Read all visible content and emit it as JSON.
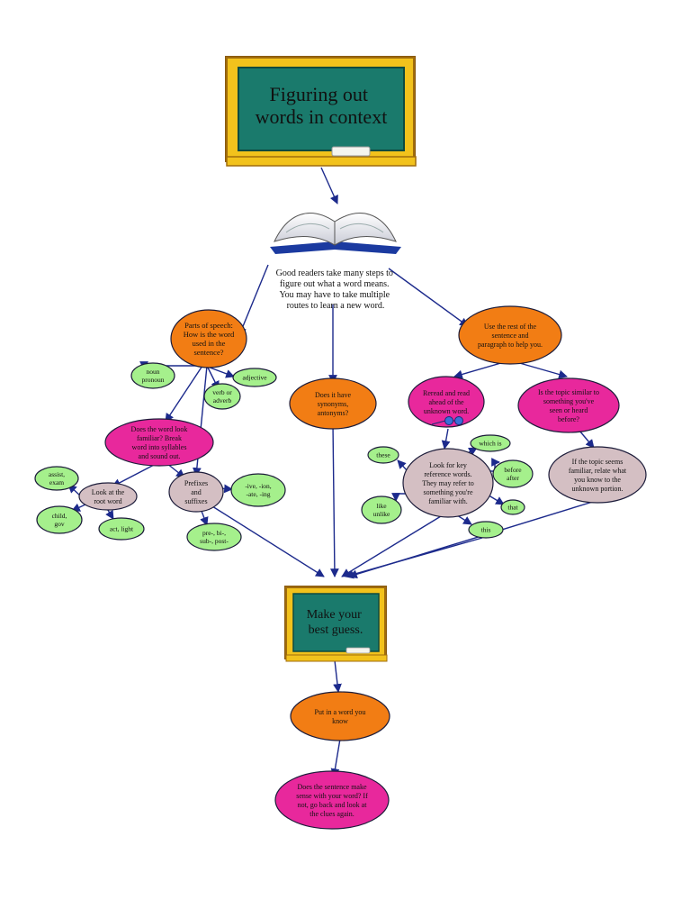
{
  "title_board": {
    "lines": [
      "Figuring out",
      "words in context"
    ]
  },
  "intro": {
    "lines": [
      "Good readers take many steps to",
      "figure out what a word means.",
      "You may have to take multiple",
      "routes to learn a new word."
    ]
  },
  "guess_board": {
    "lines": [
      "Make your",
      "best guess."
    ]
  },
  "nodes": {
    "parts_of_speech": {
      "lines": [
        "Parts of speech:",
        "How is the word",
        "used in the",
        "sentence?"
      ]
    },
    "noun_pronoun": {
      "lines": [
        "noun",
        "pronoun"
      ]
    },
    "adjective": {
      "lines": [
        "adjective"
      ]
    },
    "verb_adverb": {
      "lines": [
        "verb or",
        "adverb"
      ]
    },
    "look_familiar": {
      "lines": [
        "Does the word look",
        "familiar? Break",
        "word into syllables",
        "and sound out."
      ]
    },
    "root_word": {
      "lines": [
        "Look at the",
        "root word"
      ]
    },
    "assist_exam": {
      "lines": [
        "assist,",
        "exam"
      ]
    },
    "child_gov": {
      "lines": [
        "child,",
        "gov"
      ]
    },
    "act_light": {
      "lines": [
        "act, light"
      ]
    },
    "prefixes_suffixes": {
      "lines": [
        "Prefixes",
        "and",
        "suffixes"
      ]
    },
    "suffix_examples": {
      "lines": [
        "-ive, -ion,",
        "-ate, -ing"
      ]
    },
    "prefix_examples": {
      "lines": [
        "pre-, bi-,",
        "sub-, post-"
      ]
    },
    "synonyms": {
      "lines": [
        "Does it have",
        "synonyms,",
        "antonyms?"
      ]
    },
    "rest_of_sentence": {
      "lines": [
        "Use the rest of the",
        "sentence and",
        "paragraph to help you."
      ]
    },
    "reread": {
      "lines": [
        "Reread and read",
        "ahead of the",
        "unknown word."
      ]
    },
    "topic_similar": {
      "lines": [
        "Is the topic similar to",
        "something you've",
        "seen or heard",
        "before?"
      ]
    },
    "topic_familiar": {
      "lines": [
        "If the topic seems",
        "familiar, relate what",
        "you know to the",
        "unknown portion."
      ]
    },
    "reference_words": {
      "lines": [
        "Look for key",
        "reference words.",
        "They may refer to",
        "something you're",
        "familiar with."
      ]
    },
    "these": {
      "lines": [
        "these"
      ]
    },
    "which_is": {
      "lines": [
        "which is"
      ]
    },
    "before_after": {
      "lines": [
        "before",
        "after"
      ]
    },
    "like_unlike": {
      "lines": [
        "like",
        "unlike"
      ]
    },
    "that": {
      "lines": [
        "that"
      ]
    },
    "this": {
      "lines": [
        "this"
      ]
    },
    "put_word": {
      "lines": [
        "Put in a word you",
        "know"
      ]
    },
    "makes_sense": {
      "lines": [
        "Does the sentence make",
        "sense with your word? If",
        "not, go back and look at",
        "the clues again."
      ]
    }
  },
  "colors": {
    "orange": "#f27d14",
    "magenta": "#e8289c",
    "taupe": "#d4bfc3",
    "green": "#a5f08c",
    "board_frame": "#f2c21c",
    "board_surface": "#1a7a6c",
    "arrow": "#1c2a8c"
  }
}
